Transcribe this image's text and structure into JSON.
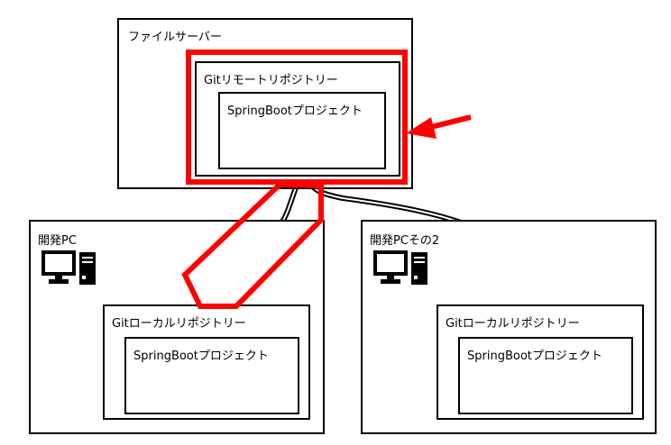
{
  "file_server": {
    "label": "ファイルサーバー",
    "remote_repo": {
      "label": "Gitリモートリポジトリー",
      "project_label": "SpringBootプロジェクト"
    }
  },
  "dev_pc_1": {
    "label": "開発PC",
    "local_repo": {
      "label": "Gitローカルリポジトリー",
      "project_label": "SpringBootプロジェクト"
    }
  },
  "dev_pc_2": {
    "label": "開発PCその2",
    "local_repo": {
      "label": "Gitローカルリポジトリー",
      "project_label": "SpringBootプロジェクト"
    }
  },
  "colors": {
    "highlight": "#ff0000",
    "line": "#000000"
  },
  "icons": [
    "computer-icon"
  ]
}
